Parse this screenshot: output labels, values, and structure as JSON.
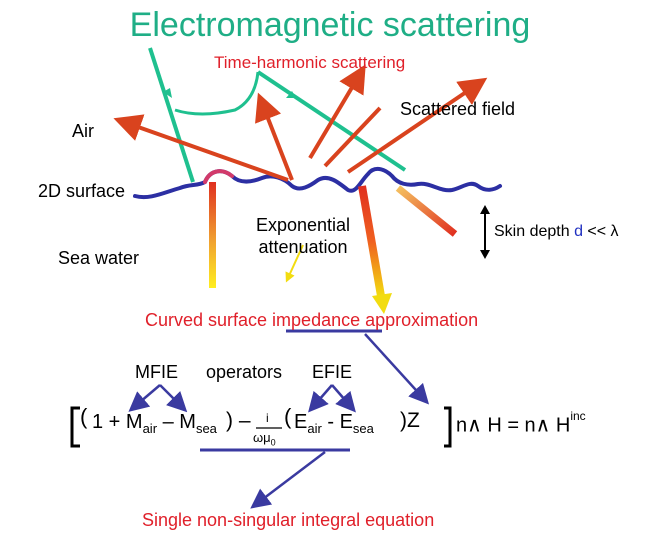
{
  "colors": {
    "title": "#1fae86",
    "incident": "#1fc08f",
    "scattered": "#d9431e",
    "surface": "#2c2fa3",
    "highlight": "#e0202a",
    "operator_arrow": "#3a3aa0",
    "skin_depth_d": "#2030c0"
  },
  "title": "Electromagnetic scattering",
  "subtitle": "Time-harmonic scattering",
  "scattered_label": "Scattered field",
  "air_label": "Air",
  "surface_label": "2D surface",
  "sea_label": "Sea water",
  "attenuation_label": "Exponential attenuation",
  "skin": {
    "prefix": "Skin depth ",
    "d": "d",
    "suffix": " << λ"
  },
  "approx_label": "Curved surface impedance approximation",
  "mfie_label": "MFIE",
  "operators_label": "operators",
  "efie_label": "EFIE",
  "equation": {
    "one_plus": "1 + M",
    "air_sub": "air",
    "minus_m": "– M",
    "sea_sub": "sea",
    "close_minus": ") –",
    "frac_num": "i",
    "frac_den": "ωμ",
    "frac_den_sub": "0",
    "open_e": "E",
    "minus_e": "- E",
    "close_z": ")Z",
    "n_wedge_h": "n∧ H = n∧ H",
    "inc": "inc"
  },
  "conclusion_label": "Single non-singular integral equation"
}
